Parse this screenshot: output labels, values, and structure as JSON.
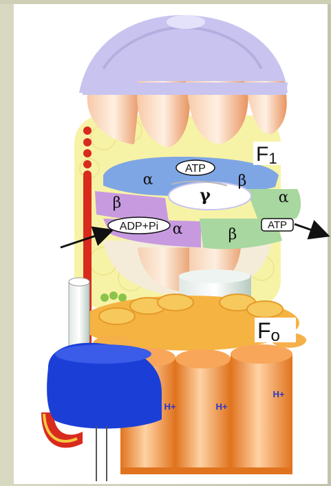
{
  "labels": {
    "f1_main": "F",
    "f1_sub": "1",
    "fo_main": "F",
    "fo_sub": "o",
    "atp_top": "ATP",
    "atp_right": "ATP",
    "adp_pi": "ADP+Pi",
    "alpha_1": "α",
    "alpha_2": "α",
    "alpha_3": "α",
    "beta_1": "β",
    "beta_2": "β",
    "beta_3": "β",
    "gamma": "γ",
    "h_plus_1": "H+",
    "h_plus_2": "H+",
    "h_plus_3": "H+"
  },
  "colors": {
    "background_left": "#d9d9c3",
    "background_right": "#b8b9a3",
    "paper": "#ffffff",
    "alpha_blue": "#7fa6e4",
    "beta_purple": "#c79ae0",
    "green_subunit": "#a8d7a0",
    "head_cap": "#c9c6ef",
    "head_salmon": "#f3b792",
    "yellow_sphere": "#f6f09a",
    "red_stalk": "#d92a1e",
    "blue_base": "#1b3fd6",
    "c_ring_orange": "#f2913f",
    "h_plus_text": "#2a36c8"
  }
}
